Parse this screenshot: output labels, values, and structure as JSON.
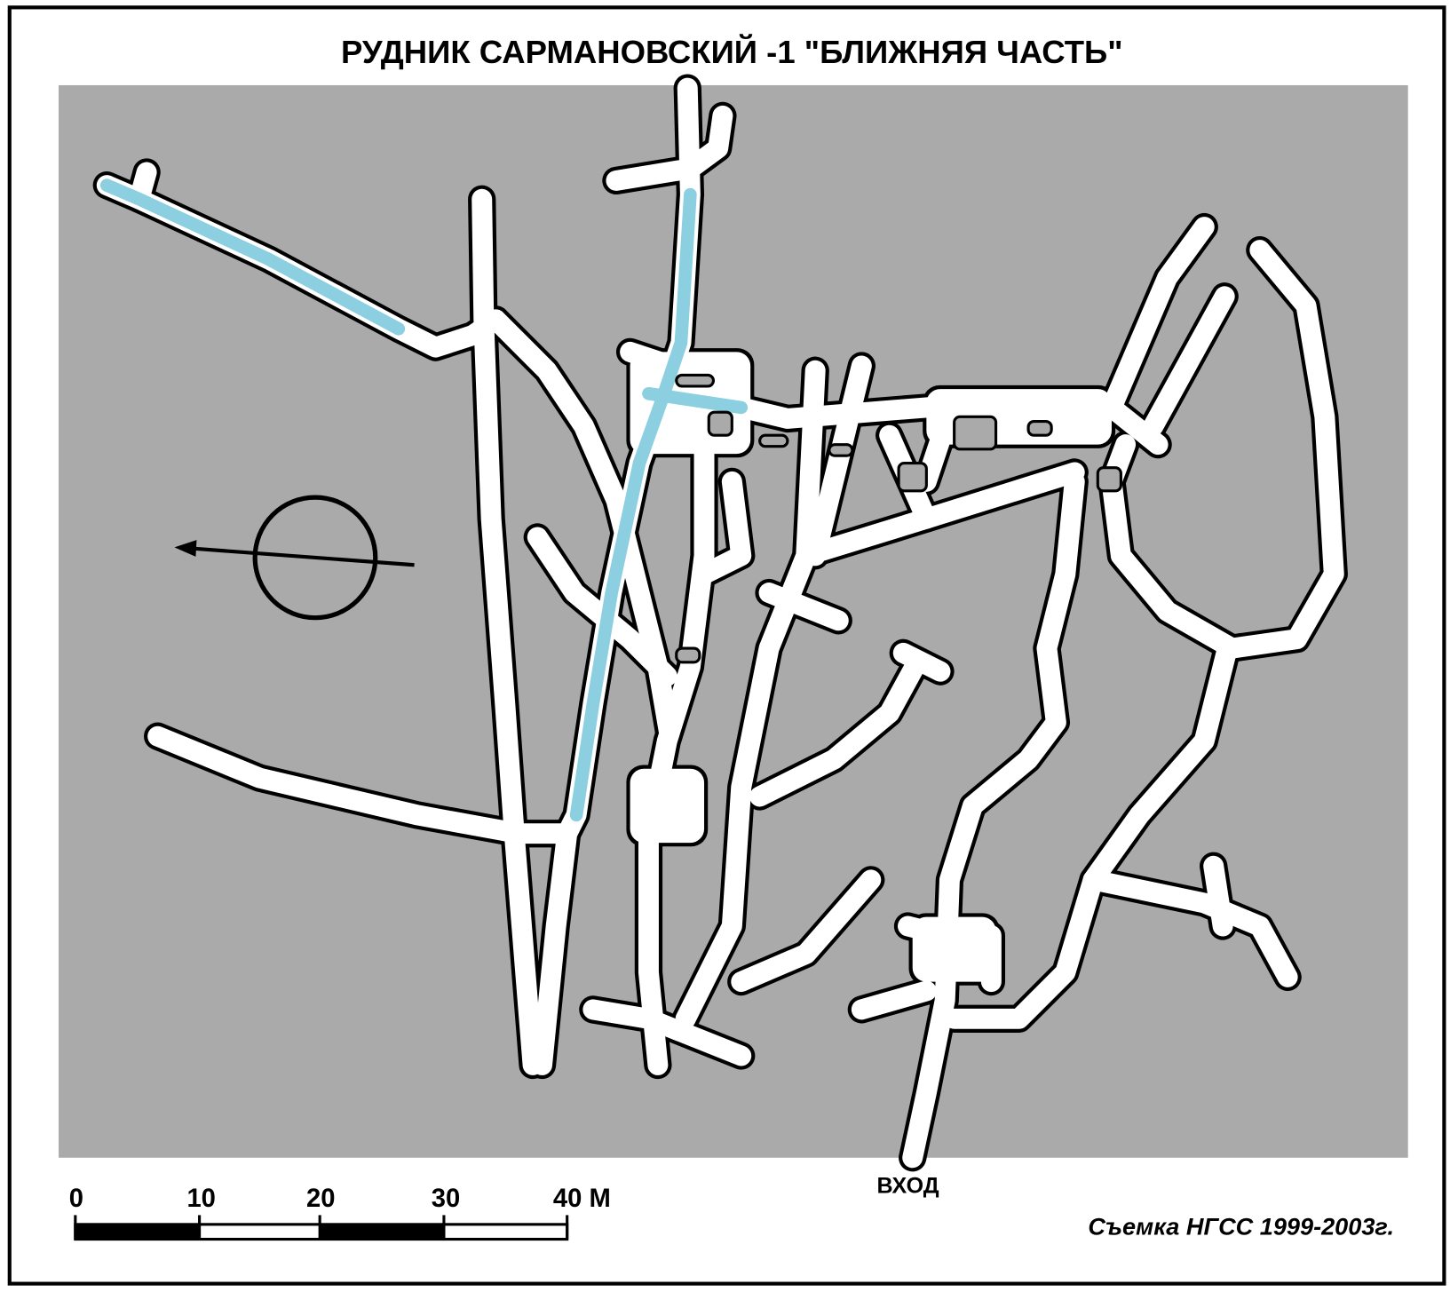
{
  "map": {
    "title": "РУДНИК САРМАНОВСКИЙ -1 \"БЛИЖНЯЯ ЧАСТЬ\"",
    "entrance_label": "ВХОД",
    "credit": "Съемка НГСС 1999-2003г.",
    "scale_bar": {
      "labels": [
        "0",
        "10",
        "20",
        "30",
        "40 М"
      ],
      "unit": "М"
    },
    "colors": {
      "background": "#aaaaaa",
      "passage": "#ffffff",
      "water": "#8ccfe0",
      "outline": "#000000"
    },
    "north_arrow": "north-arrow-icon"
  }
}
